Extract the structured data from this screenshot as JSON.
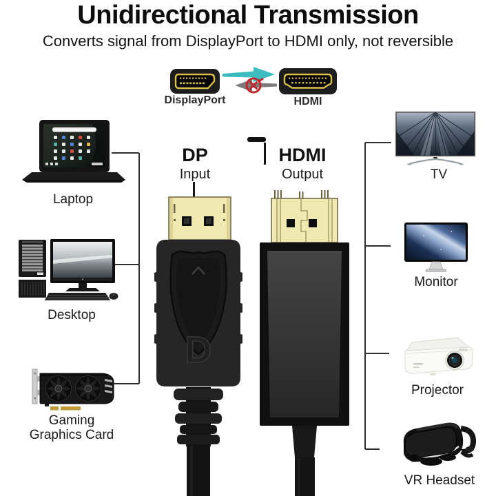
{
  "header": {
    "title": "Unidirectional Transmission",
    "subtitle": "Converts signal from DisplayPort to HDMI only, not reversible"
  },
  "direction_diagram": {
    "source": {
      "label": "DisplayPort",
      "icon": "displayport-port-icon"
    },
    "target": {
      "label": "HDMI",
      "icon": "hdmi-port-icon"
    },
    "colors": {
      "allowed_arrow": "#3DBCBF",
      "blocked_arrow": "#7C7C7C",
      "blocked_mark": "#C1272D",
      "port_gold": "#D8BF4A",
      "port_black": "#1D1D1D"
    }
  },
  "adapter": {
    "dp_end": {
      "name": "DP",
      "role": "Input",
      "logo_letter": "D"
    },
    "hdmi_end": {
      "name": "HDMI",
      "role": "Output"
    },
    "colors": {
      "plug_gold": "#F0E9B2",
      "dp_body": "#262626",
      "hdmi_body": "#101010"
    }
  },
  "source_devices": [
    {
      "label": "Laptop",
      "icon": "laptop-icon"
    },
    {
      "label": "Desktop",
      "icon": "desktop-icon"
    },
    {
      "label": "Gaming Graphics Card",
      "icon": "graphics-card-icon"
    }
  ],
  "output_devices": [
    {
      "label": "TV",
      "icon": "tv-icon"
    },
    {
      "label": "Monitor",
      "icon": "monitor-icon"
    },
    {
      "label": "Projector",
      "icon": "projector-icon"
    },
    {
      "label": "VR Headset",
      "icon": "vr-headset-icon"
    }
  ]
}
